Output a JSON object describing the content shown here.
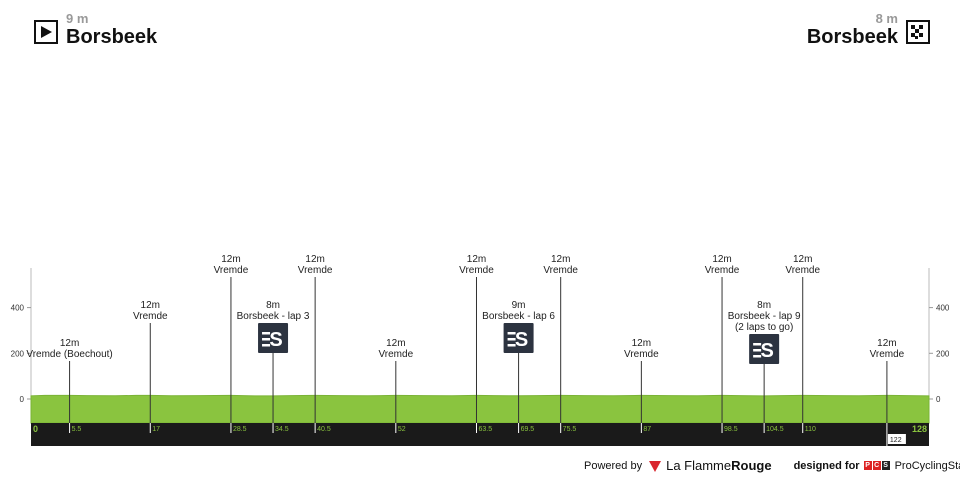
{
  "header": {
    "start": {
      "altitude": "9 m",
      "name": "Borsbeek",
      "icon": "play-flag-icon"
    },
    "finish": {
      "altitude": "8 m",
      "name": "Borsbeek",
      "icon": "checkered-flag-icon"
    }
  },
  "footer": {
    "powered_by": "Powered by",
    "brand_a": "La Flamme",
    "brand_b": "Rouge",
    "designed_for": "designed for",
    "pcs_letters": [
      "P",
      "C",
      "S"
    ],
    "pcs_name": "ProCyclingStats"
  },
  "colors": {
    "fill": "#8ac43f",
    "bar": "#1a1a1a",
    "sprint_badge": "#2c3340"
  },
  "chart_data": {
    "type": "area",
    "y_ticks": [
      0,
      200,
      400
    ],
    "x_range": [
      0,
      128
    ],
    "distance_labels": [
      "0",
      "128"
    ],
    "profile": [
      [
        0,
        9
      ],
      [
        2,
        12
      ],
      [
        5.5,
        12
      ],
      [
        8,
        10
      ],
      [
        12,
        9
      ],
      [
        15,
        12
      ],
      [
        17,
        12
      ],
      [
        20,
        9
      ],
      [
        24,
        10
      ],
      [
        28.5,
        12
      ],
      [
        31,
        9
      ],
      [
        34.5,
        8
      ],
      [
        37,
        10
      ],
      [
        40.5,
        12
      ],
      [
        44,
        10
      ],
      [
        48,
        9
      ],
      [
        52,
        12
      ],
      [
        56,
        10
      ],
      [
        60,
        9
      ],
      [
        63.5,
        12
      ],
      [
        66,
        10
      ],
      [
        69.5,
        9
      ],
      [
        72,
        10
      ],
      [
        75.5,
        12
      ],
      [
        79,
        10
      ],
      [
        83,
        9
      ],
      [
        87,
        12
      ],
      [
        91,
        10
      ],
      [
        95,
        9
      ],
      [
        98.5,
        12
      ],
      [
        101,
        10
      ],
      [
        104.5,
        8
      ],
      [
        107,
        10
      ],
      [
        110,
        12
      ],
      [
        114,
        10
      ],
      [
        118,
        9
      ],
      [
        122,
        12
      ],
      [
        125,
        10
      ],
      [
        128,
        8
      ]
    ],
    "markers": [
      {
        "km": 5.5,
        "km_label": "5.5",
        "alt": "12m",
        "name": "Vremde (Boechout)",
        "sprint": false,
        "lines": 1,
        "level": 0
      },
      {
        "km": 17,
        "km_label": "17",
        "alt": "12m",
        "name": "Vremde",
        "sprint": false,
        "lines": 1,
        "level": 1
      },
      {
        "km": 28.5,
        "km_label": "28.5",
        "alt": "12m",
        "name": "Vremde",
        "sprint": false,
        "lines": 1,
        "level": 2
      },
      {
        "km": 34.5,
        "km_label": "34.5",
        "alt": "8m",
        "name": "Borsbeek - lap 3",
        "sprint": true,
        "lines": 1,
        "level": 1
      },
      {
        "km": 40.5,
        "km_label": "40.5",
        "alt": "12m",
        "name": "Vremde",
        "sprint": false,
        "lines": 1,
        "level": 2
      },
      {
        "km": 52,
        "km_label": "52",
        "alt": "12m",
        "name": "Vremde",
        "sprint": false,
        "lines": 1,
        "level": 0
      },
      {
        "km": 63.5,
        "km_label": "63.5",
        "alt": "12m",
        "name": "Vremde",
        "sprint": false,
        "lines": 1,
        "level": 2
      },
      {
        "km": 69.5,
        "km_label": "69.5",
        "alt": "9m",
        "name": "Borsbeek - lap 6",
        "sprint": true,
        "lines": 1,
        "level": 1
      },
      {
        "km": 75.5,
        "km_label": "75.5",
        "alt": "12m",
        "name": "Vremde",
        "sprint": false,
        "lines": 1,
        "level": 2
      },
      {
        "km": 87,
        "km_label": "87",
        "alt": "12m",
        "name": "Vremde",
        "sprint": false,
        "lines": 1,
        "level": 0
      },
      {
        "km": 98.5,
        "km_label": "98.5",
        "alt": "12m",
        "name": "Vremde",
        "sprint": false,
        "lines": 1,
        "level": 2
      },
      {
        "km": 104.5,
        "km_label": "104.5",
        "alt": "8m",
        "name": "Borsbeek - lap 9",
        "name2": "(2 laps to go)",
        "sprint": true,
        "lines": 2,
        "level": 1
      },
      {
        "km": 110,
        "km_label": "110",
        "alt": "12m",
        "name": "Vremde",
        "sprint": false,
        "lines": 1,
        "level": 2
      },
      {
        "km": 122,
        "km_label": "122",
        "alt": "12m",
        "name": "Vremde",
        "sprint": false,
        "lines": 1,
        "level": 0,
        "bottom": true
      }
    ]
  }
}
